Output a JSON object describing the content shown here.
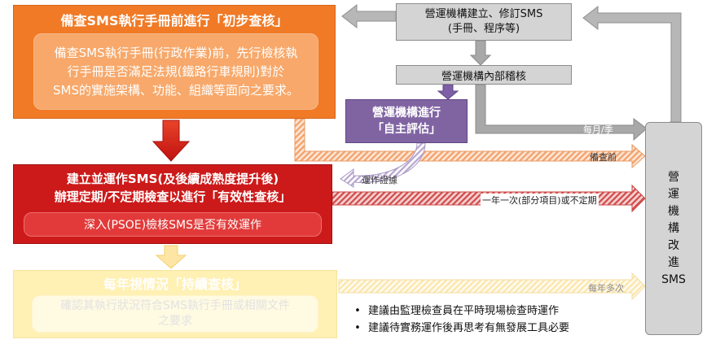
{
  "stage1": {
    "title": "備查SMS執行手冊前進行「初步查核」",
    "detail_lines": [
      "備查SMS執行手冊(行政作業)前，先行檢核執",
      "行手冊是否滿足法規(鐵路行車規則)對於",
      "SMS的實施架構、功能、組織等面向之要求。"
    ]
  },
  "stage2": {
    "title_line1": "建立並運作SMS(及後續成熟度提升後)",
    "title_line2": "辦理定期/不定期檢查以進行「有效性查核」",
    "detail": "深入(PSOE)檢核SMS是否有效運作"
  },
  "stage3": {
    "title": "每年視情況「持續查核」",
    "detail_lines": [
      "確認其執行狀況符合SMS執行手冊或相關文件",
      "之要求"
    ]
  },
  "operator": {
    "establish_line1": "營運機構建立、修訂SMS",
    "establish_line2": "(手冊、程序等)",
    "internal_audit": "營運機構內部稽核",
    "self_assess_line1": "營運機構進行",
    "self_assess_line2": "「自主評估」"
  },
  "improve": {
    "chars": [
      "營",
      "運",
      "機",
      "構",
      "改",
      "進",
      "SMS"
    ]
  },
  "labels": {
    "monthly": "每月/季",
    "before_filing": "備查前",
    "evidence": "運作證據",
    "annual_irregular": "一年一次(部分項目)或不定期",
    "multi_year": "每年多次"
  },
  "notes": [
    "建議由監理檢查員在平時現場檢查時運作",
    "建議待實務運作後再思考有無發展工具必要"
  ],
  "colors": {
    "orange": "#f07a26",
    "orange_inner": "#f7a86a",
    "red": "#cc1a1a",
    "red_inner": "#e23a3a",
    "yellow": "#fff0b4",
    "gray": "#d4d4d4",
    "purple": "#8064a2"
  }
}
